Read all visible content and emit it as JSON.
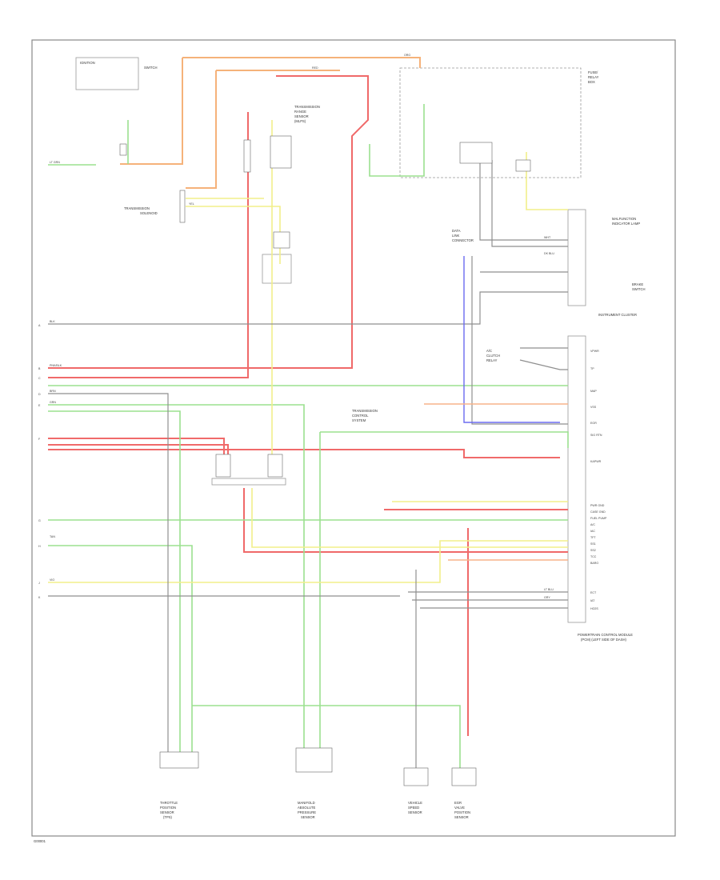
{
  "diagram": {
    "components": [
      {
        "id": "ignition_switch",
        "lines": [
          "IGNITION",
          "SWITCH"
        ]
      },
      {
        "id": "transmission_range_sensor",
        "lines": [
          "TRANSMISSION",
          "RANGE",
          "SENSOR",
          "(MLPS)"
        ]
      },
      {
        "id": "transmission_solenoid",
        "lines": [
          "TRANSMISSION",
          "SOLENOID"
        ]
      },
      {
        "id": "fuse_relay_box",
        "lines": [
          "FUSE/",
          "RELAY",
          "BOX"
        ]
      },
      {
        "id": "instrument_cluster",
        "lines": [
          "INSTRUMENT CLUSTER"
        ]
      },
      {
        "id": "malfunction_lamp",
        "lines": [
          "MALFUNCTION",
          "INDICATOR LAMP"
        ]
      },
      {
        "id": "brake_switch",
        "lines": [
          "BRAKE",
          "SWITCH"
        ]
      },
      {
        "id": "ac_clutch",
        "lines": [
          "A/C",
          "CLUTCH",
          "RELAY"
        ]
      },
      {
        "id": "pcm",
        "lines": [
          "POWERTRAIN CONTROL MODULE",
          "(PCM) (LEFT SIDE OF DASH)"
        ]
      },
      {
        "id": "throttle_sensor",
        "lines": [
          "THROTTLE",
          "POSITION",
          "SENSOR",
          "(TPS)"
        ]
      },
      {
        "id": "map_sensor",
        "lines": [
          "MANIFOLD",
          "ABSOLUTE",
          "PRESSURE",
          "SENSOR"
        ]
      },
      {
        "id": "vss",
        "lines": [
          "VEHICLE",
          "SPEED",
          "SENSOR"
        ]
      },
      {
        "id": "egr_sensor",
        "lines": [
          "EGR",
          "VALVE",
          "POSITION",
          "SENSOR"
        ]
      },
      {
        "id": "data_link",
        "lines": [
          "DATA",
          "LINK",
          "CONNECTOR"
        ]
      },
      {
        "id": "transmission_control",
        "lines": [
          "TRANSMISSION",
          "CONTROL",
          "SYSTEM"
        ]
      }
    ],
    "wire_labels": [
      "LT GRN",
      "ORG",
      "RED",
      "PNK/BLK",
      "BRN",
      "YEL",
      "BLK",
      "WHT",
      "GRN",
      "DK BLU",
      "TAN",
      "GRY",
      "VIO",
      "LT BLU"
    ],
    "pcm_pins": [
      "VPWR",
      "TP",
      "MAP",
      "VSS",
      "EGR",
      "SIG RTN",
      "KAPWR",
      "PWR GND",
      "CASE GND",
      "FUEL PUMP",
      "A/C",
      "IAC",
      "TFT",
      "SS1",
      "SS2",
      "TCC",
      "BARO",
      "ECT",
      "IAT",
      "HO2S"
    ],
    "footer_code": "G00001",
    "page_marks": [
      "A",
      "B",
      "C",
      "D",
      "E",
      "F",
      "G",
      "H",
      "J",
      "K"
    ]
  }
}
